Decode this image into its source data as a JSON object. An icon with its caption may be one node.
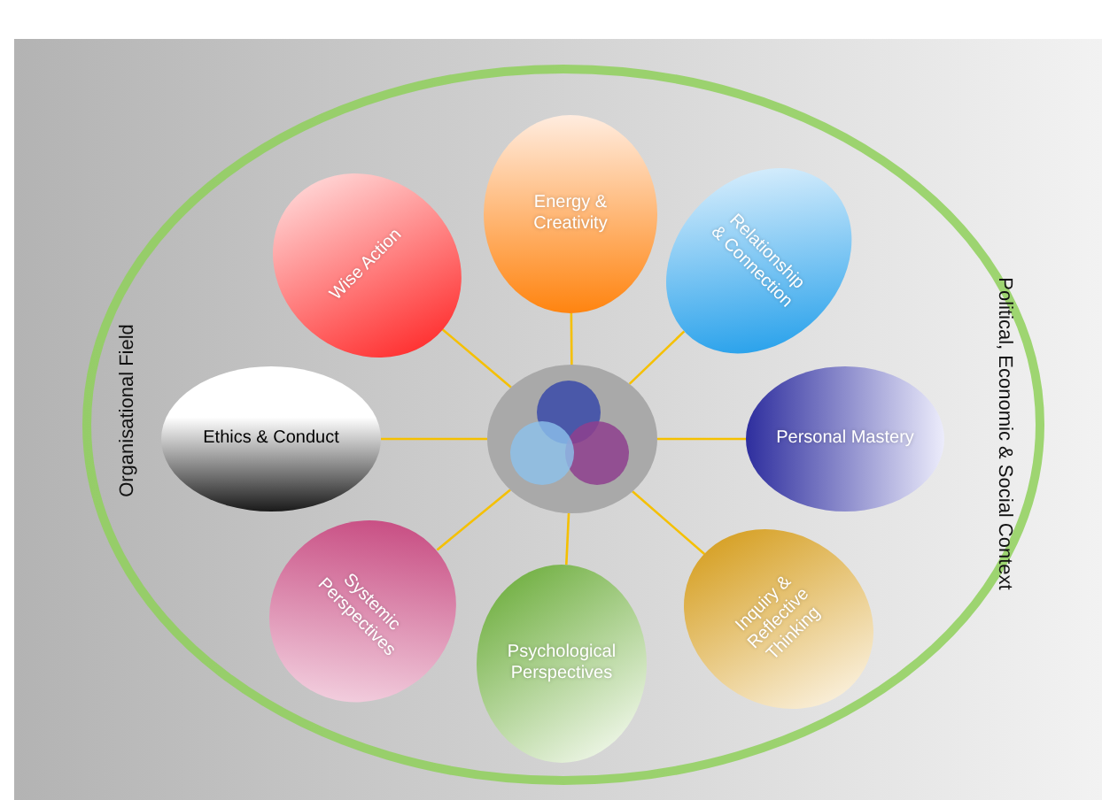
{
  "diagram": {
    "nodes": [
      {
        "text": [
          "Organisational Field",
          "Political, Economic & Social Context"
        ]
      },
      {
        "text": [
          "Wise Action"
        ],
        "in": 0
      },
      {
        "text": [
          "Energy & Creativity"
        ],
        "in": 0
      },
      {
        "text": [
          "Relationship & Connection"
        ],
        "in": 0
      },
      {
        "text": [
          "Ethics & Conduct"
        ],
        "in": 0
      },
      {
        "text": [],
        "shape": "circle",
        "in": 0
      },
      {
        "text": [
          "Personal Mastery"
        ],
        "in": 0
      },
      {
        "text": [
          "Systemic Perspectives"
        ],
        "in": 0
      },
      {
        "text": [
          "Psychological Perspectives"
        ],
        "in": 0
      },
      {
        "text": [
          "Inquiry & Reflective Thinking"
        ],
        "in": 0
      }
    ],
    "edges": [
      {
        "from": 5,
        "to": 1,
        "arrow": "none"
      },
      {
        "from": 5,
        "to": 2,
        "arrow": "none"
      },
      {
        "from": 5,
        "to": 3,
        "arrow": "none"
      },
      {
        "from": 5,
        "to": 4,
        "arrow": "none"
      },
      {
        "from": 5,
        "to": 6,
        "arrow": "none"
      },
      {
        "from": 5,
        "to": 7,
        "arrow": "none"
      },
      {
        "from": 5,
        "to": 8,
        "arrow": "none"
      },
      {
        "from": 5,
        "to": 9,
        "arrow": "none"
      }
    ]
  }
}
